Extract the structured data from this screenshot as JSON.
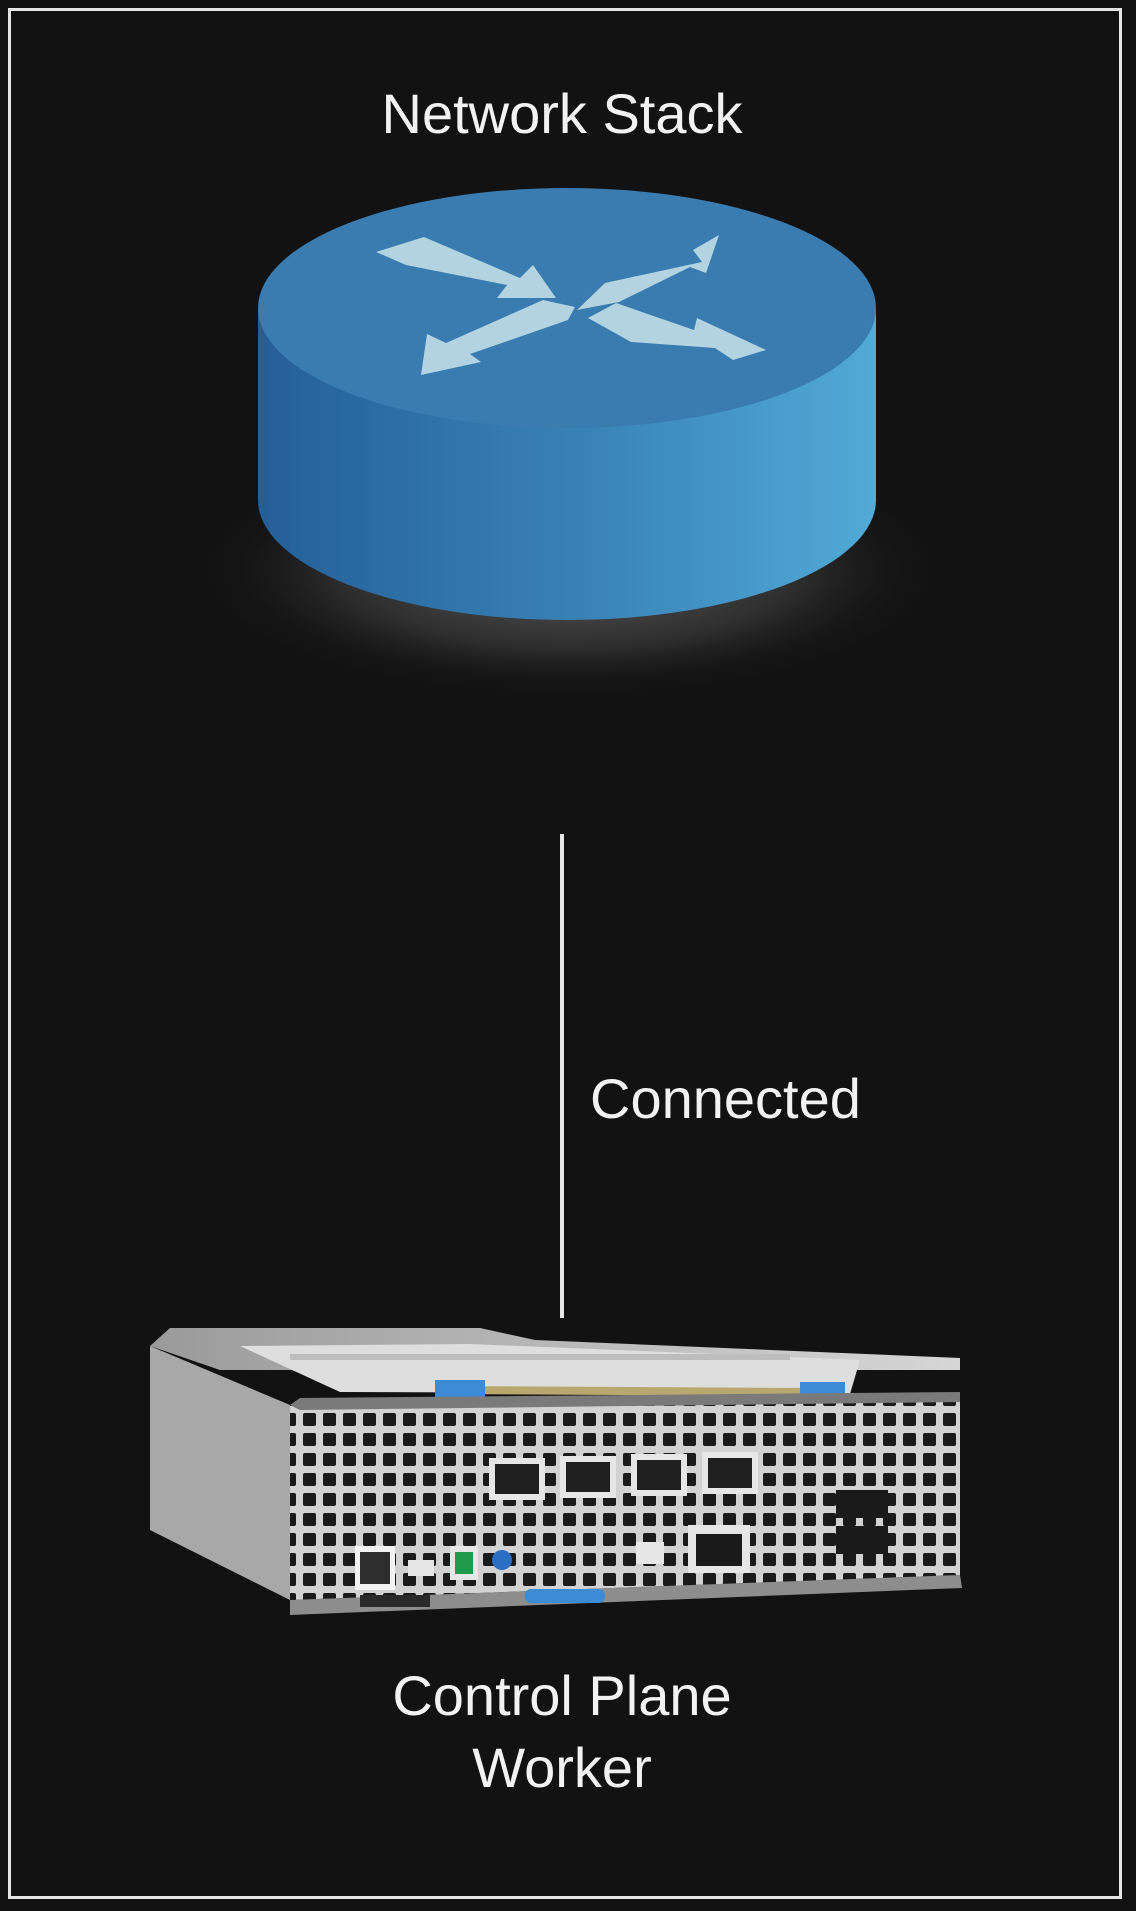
{
  "diagram": {
    "nodes": [
      {
        "id": "router",
        "label": "Network Stack",
        "icon": "router-icon"
      },
      {
        "id": "server",
        "label_lines": [
          "Control Plane",
          "Worker"
        ],
        "icon": "server-chassis-icon"
      }
    ],
    "edges": [
      {
        "from": "router",
        "to": "server",
        "label": "Connected"
      }
    ]
  },
  "colors": {
    "background": "#121212",
    "frame": "#e6e6e6",
    "text": "#f2f2f2",
    "router_top": "#3a7cb0",
    "router_side_dark": "#245f96",
    "router_side_light": "#52aad6",
    "router_arrows": "#b3d3e0"
  }
}
